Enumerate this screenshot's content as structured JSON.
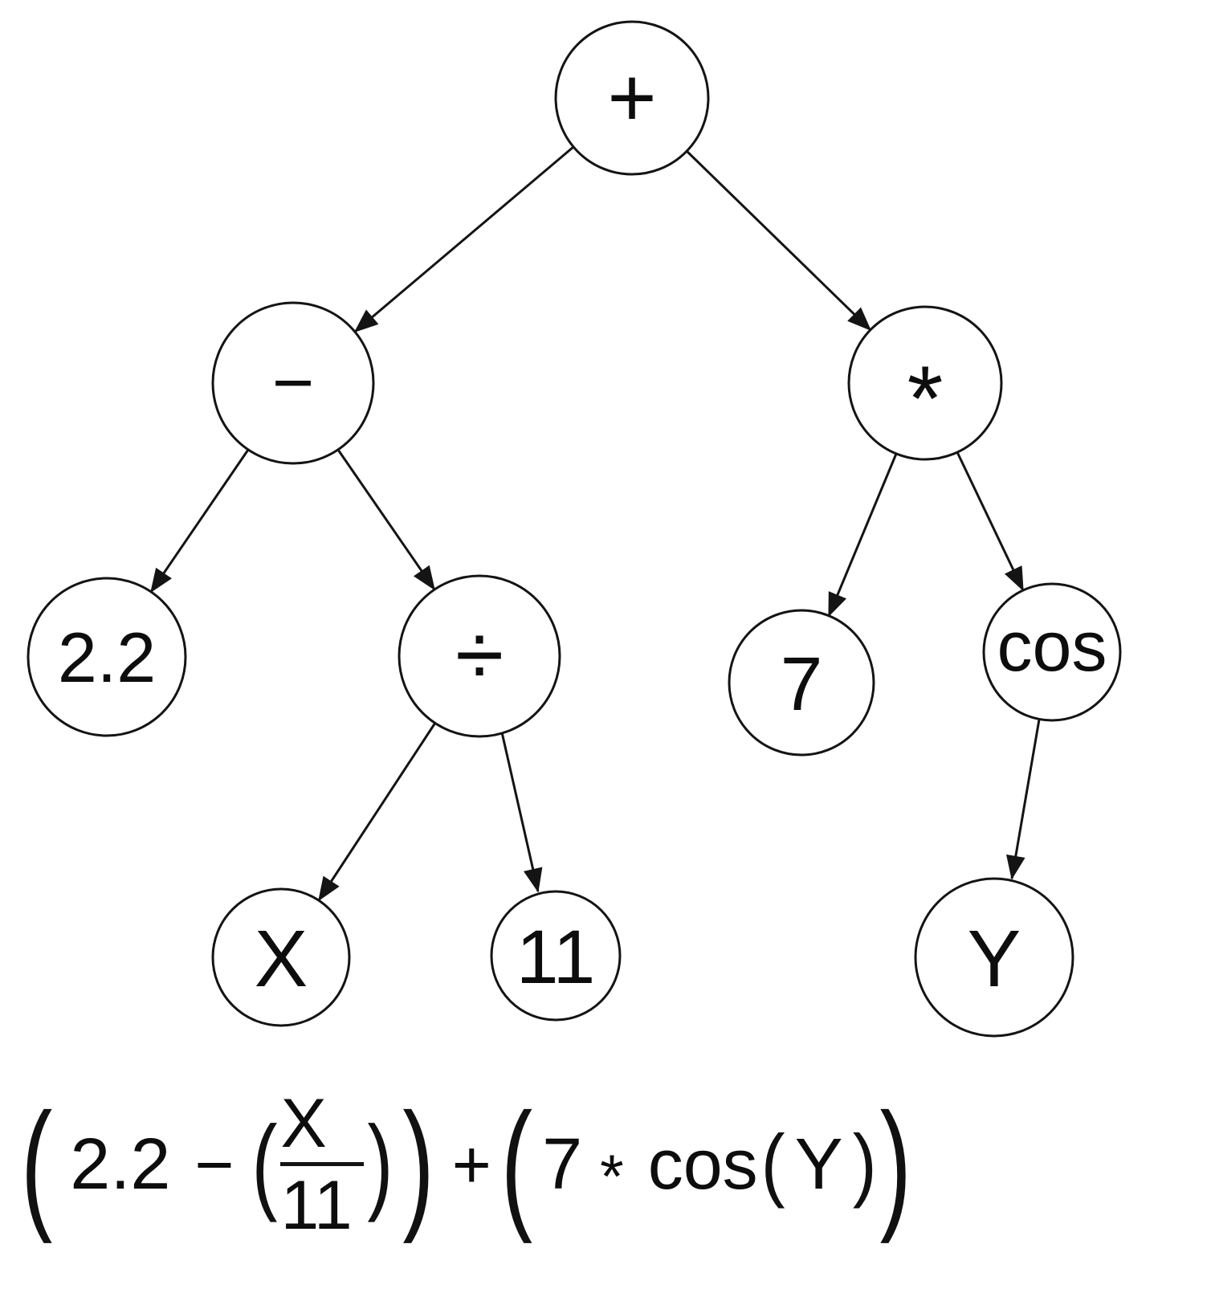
{
  "figure": {
    "type": "binary-expression-tree",
    "description": "Expression tree whose infix expansion is shown below the tree"
  },
  "tree": {
    "nodes": {
      "plus": "+",
      "minus": "−",
      "times": "*",
      "two_point_two": "2.2",
      "divide": "÷",
      "seven": "7",
      "cos": "cos",
      "x": "X",
      "eleven": "11",
      "y": "Y"
    }
  },
  "formula": {
    "open_outer_left": "(",
    "left_operand": "2.2",
    "minus_op": "−",
    "open_inner": "(",
    "fraction_numerator": "X",
    "fraction_denominator": "11",
    "close_inner": ")",
    "close_outer_left": ")",
    "plus_op": "+",
    "open_outer_right": "(",
    "seven_operand": "7",
    "star_op": "*",
    "cos_fn": "cos",
    "open_cos_arg": "(",
    "cos_arg": "Y",
    "close_cos_arg": ")",
    "close_outer_right": ")"
  }
}
